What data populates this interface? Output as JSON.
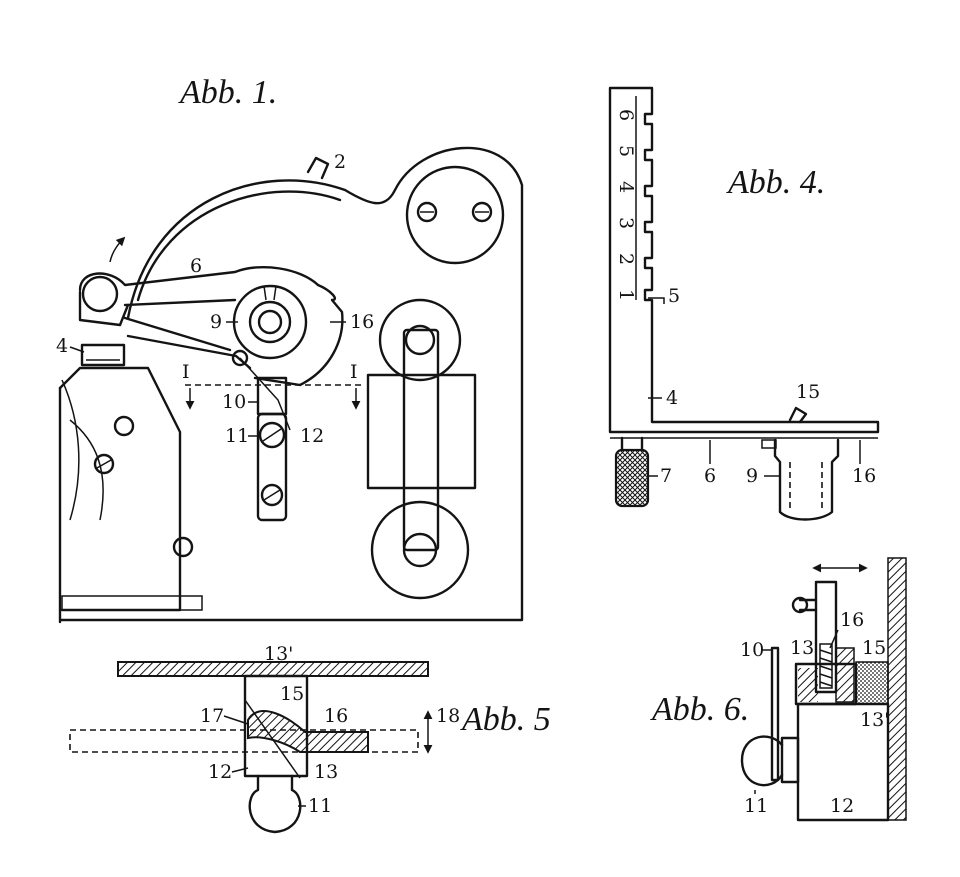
{
  "figures": {
    "fig1": {
      "title": "Abb. 1.",
      "labels": [
        "2",
        "6",
        "9",
        "16",
        "4",
        "I",
        "I",
        "10",
        "11",
        "12"
      ]
    },
    "fig4": {
      "title": "Abb. 4.",
      "scale_marks": [
        "6",
        "5",
        "4",
        "3",
        "2",
        "1"
      ],
      "labels": [
        "5",
        "4",
        "15",
        "7",
        "6",
        "9",
        "16"
      ]
    },
    "fig5": {
      "title": "Abb. 5",
      "labels": [
        "13'",
        "15",
        "17",
        "16",
        "18",
        "12",
        "13",
        "11"
      ]
    },
    "fig6": {
      "title": "Abb. 6.",
      "labels": [
        "16",
        "10",
        "13",
        "15",
        "13'",
        "11",
        "12"
      ]
    }
  }
}
